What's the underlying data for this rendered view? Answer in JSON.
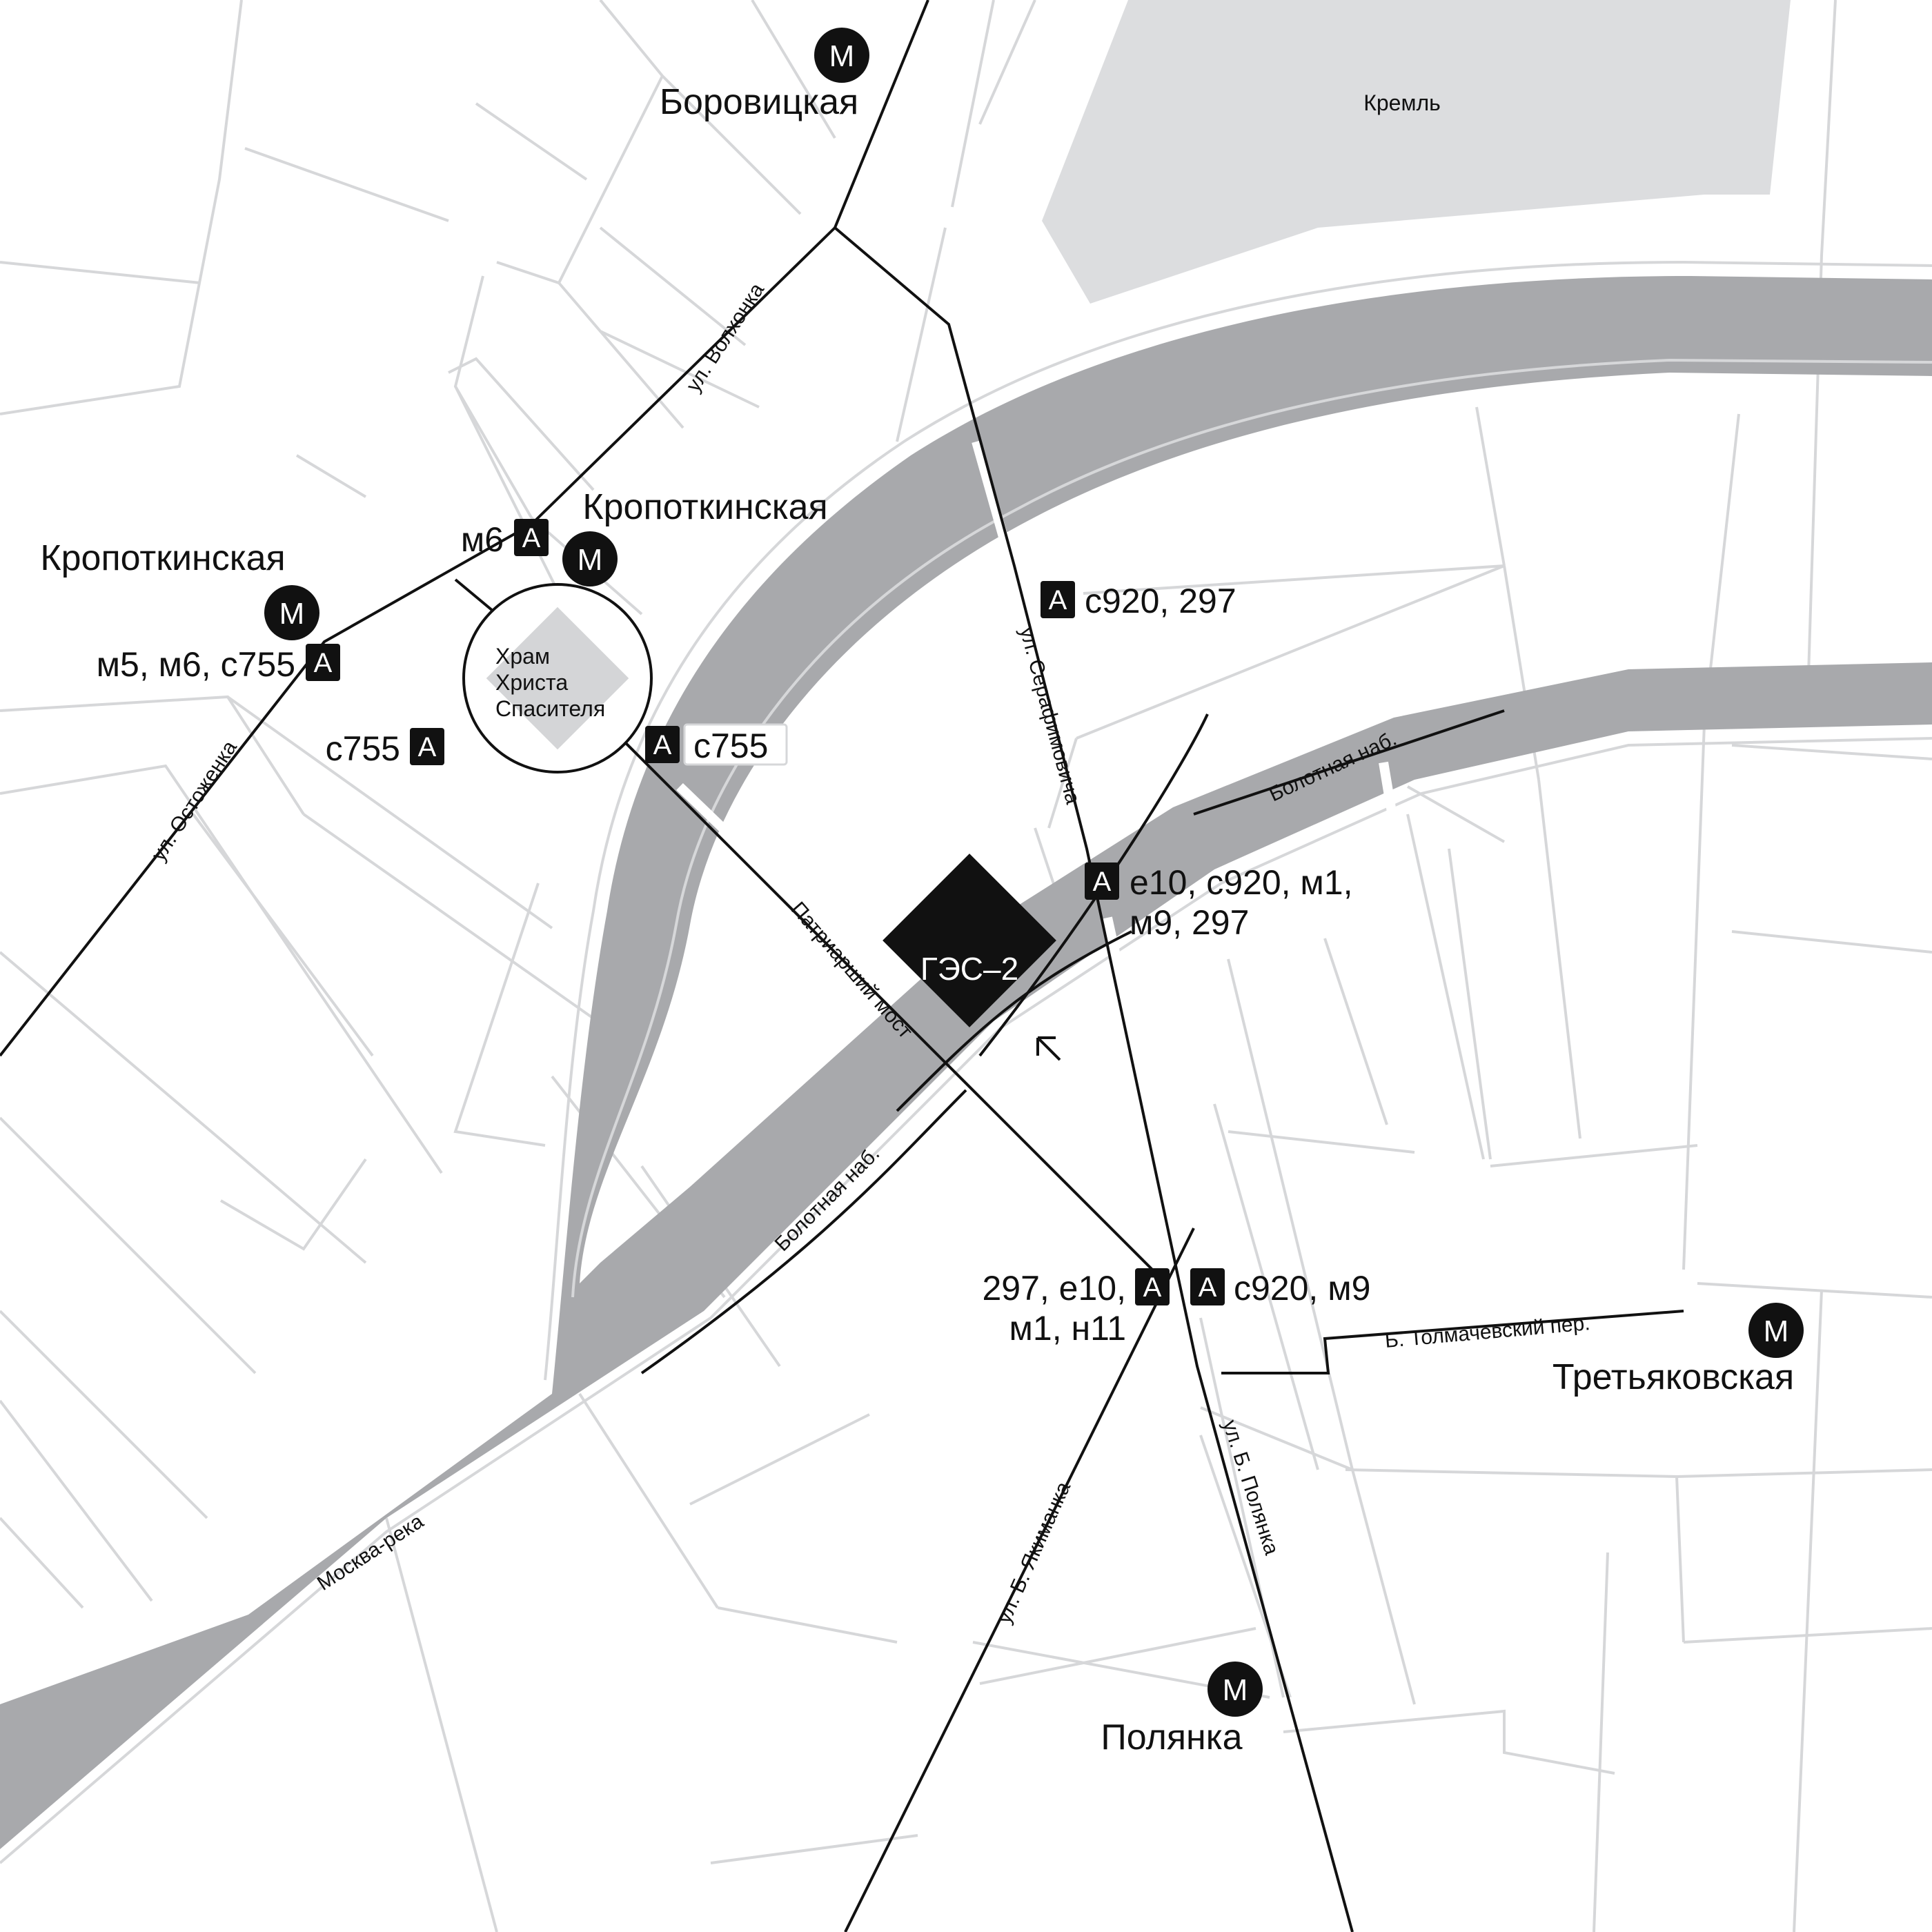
{
  "map": {
    "landmarks": {
      "kremlin": "Кремль",
      "temple_line1": "Храм",
      "temple_line2": "Христа",
      "temple_line3": "Спасителя",
      "ges2": "ГЭС–2"
    },
    "river": {
      "name": "Москва-река"
    },
    "streets": {
      "volkhonka": "ул. Волхонка",
      "ostozhenka": "ул. Остоженка",
      "serafimovicha": "ул. Серафимовича",
      "bolotnaya_north": "Болотная наб.",
      "bolotnaya_south": "Болотная наб.",
      "patriarshiy": "Патриарший мост",
      "yakimanka": "ул. Б. Якиманка",
      "polyanka": "ул. Б. Полянка",
      "tolmachevsky": "Б. Толмачевский пер."
    },
    "metro": {
      "symbol": "М",
      "borovitskaya": "Боровицкая",
      "kropotkinskaya_east": "Кропоткинская",
      "kropotkinskaya_west": "Кропоткинская",
      "tretyakovskaya": "Третьяковская",
      "polyanka": "Полянка"
    },
    "bus": {
      "symbol": "А",
      "stop_m6": "м6",
      "stop_m5": "м5, м6, с755",
      "stop_c755_left": "с755",
      "stop_c755_right": "с755",
      "stop_serafimovicha": "с920, 297",
      "stop_bolotnaya_line1": "е10, с920, м1,",
      "stop_bolotnaya_line2": "м9, 297",
      "stop_south_left_line1": "297, е10,",
      "stop_south_left_line2": "м1, н11",
      "stop_south_right": "с920, м9"
    },
    "colors": {
      "river": "#a8a9ac",
      "kremlin": "#dcdddf",
      "temple_square": "#d4d5d7",
      "street_grid": "#d6d7d9",
      "road": "#111111",
      "marker": "#111111"
    }
  }
}
